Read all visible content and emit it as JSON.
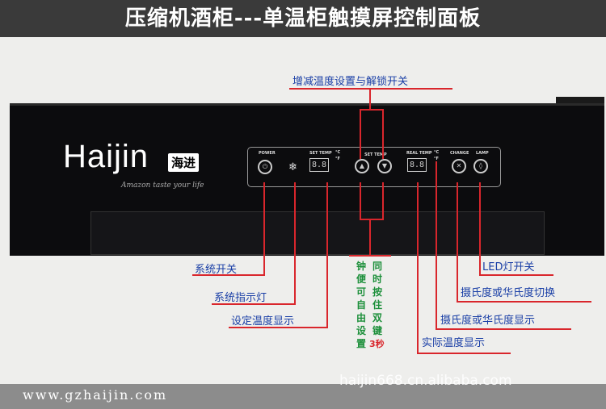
{
  "title": "压缩机酒柜---单温柜触摸屏控制面板",
  "logo": {
    "brand": "Haijin",
    "brand_cn": "海进",
    "slogan": "Amazon taste your life"
  },
  "panel": {
    "power": "POWER",
    "set_temp": "SET TEMP",
    "set_temp_mid": "SET  TEMP",
    "real_temp": "REAL TEMP",
    "change": "CHANGE",
    "lamp": "LAMP",
    "unit_c": "°C",
    "unit_f": "°F",
    "display": "8.8"
  },
  "callouts": {
    "top": "增减温度设置与解锁开关",
    "power": "系统开关",
    "indicator": "系统指示灯",
    "set_display": "设定温度显示",
    "real_display": "实际温度显示",
    "unit_display": "摄氏度或华氏度显示",
    "unit_switch": "摄氏度或华氏度切换",
    "led": "LED灯开关",
    "clock": "钟便可自由设置",
    "press": "同时按住双键",
    "seconds": "3秒"
  },
  "footer": {
    "url": "www.gzhaijin.com",
    "watermark": "haijin668.cn.alibaba.com"
  },
  "colors": {
    "line": "#d9262c",
    "label": "#1a3fa6",
    "green": "#1c8f3a"
  }
}
